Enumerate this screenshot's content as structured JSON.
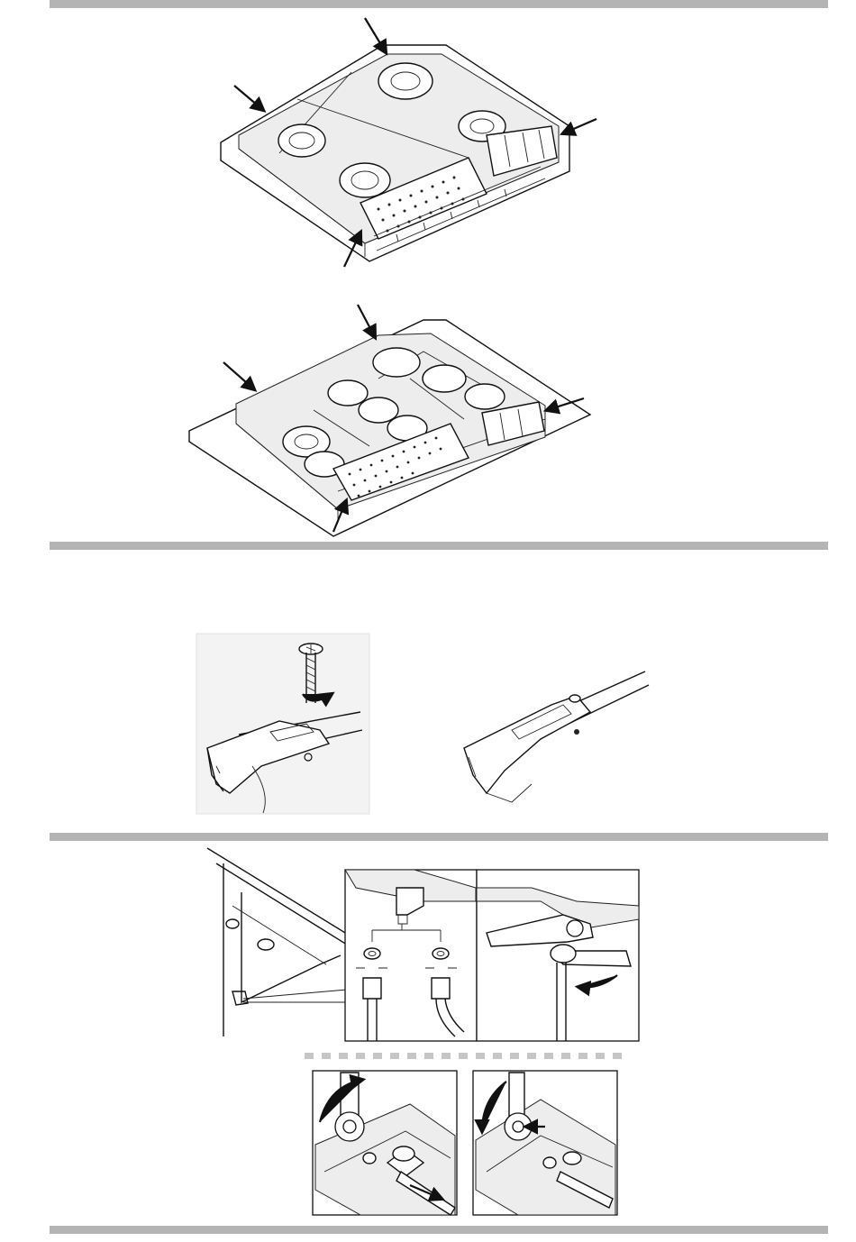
{
  "page": {
    "colors": {
      "rule": "#b4b4b4",
      "ink": "#111111",
      "shade": "#ededed"
    }
  },
  "figures": [
    {
      "id": "hob-underside-top",
      "icons": [
        "arrow-icon",
        "arrow-icon",
        "arrow-icon",
        "arrow-icon"
      ]
    },
    {
      "id": "hob-underside-bottom",
      "icons": [
        "arrow-icon",
        "arrow-icon",
        "arrow-icon",
        "arrow-icon"
      ]
    },
    {
      "id": "bracket-fixing",
      "icons": [
        "screw-icon",
        "rotate-arrow-icon",
        "bracket-icon"
      ]
    },
    {
      "id": "gas-connection",
      "icons": [
        "elbow-fitting-icon",
        "washer-icon",
        "wrench-icon",
        "rotate-arrow-icon"
      ]
    },
    {
      "id": "gas-nozzle-removal",
      "icons": [
        "wrench-icon",
        "washer-icon",
        "rotate-arrow-icon"
      ]
    }
  ]
}
